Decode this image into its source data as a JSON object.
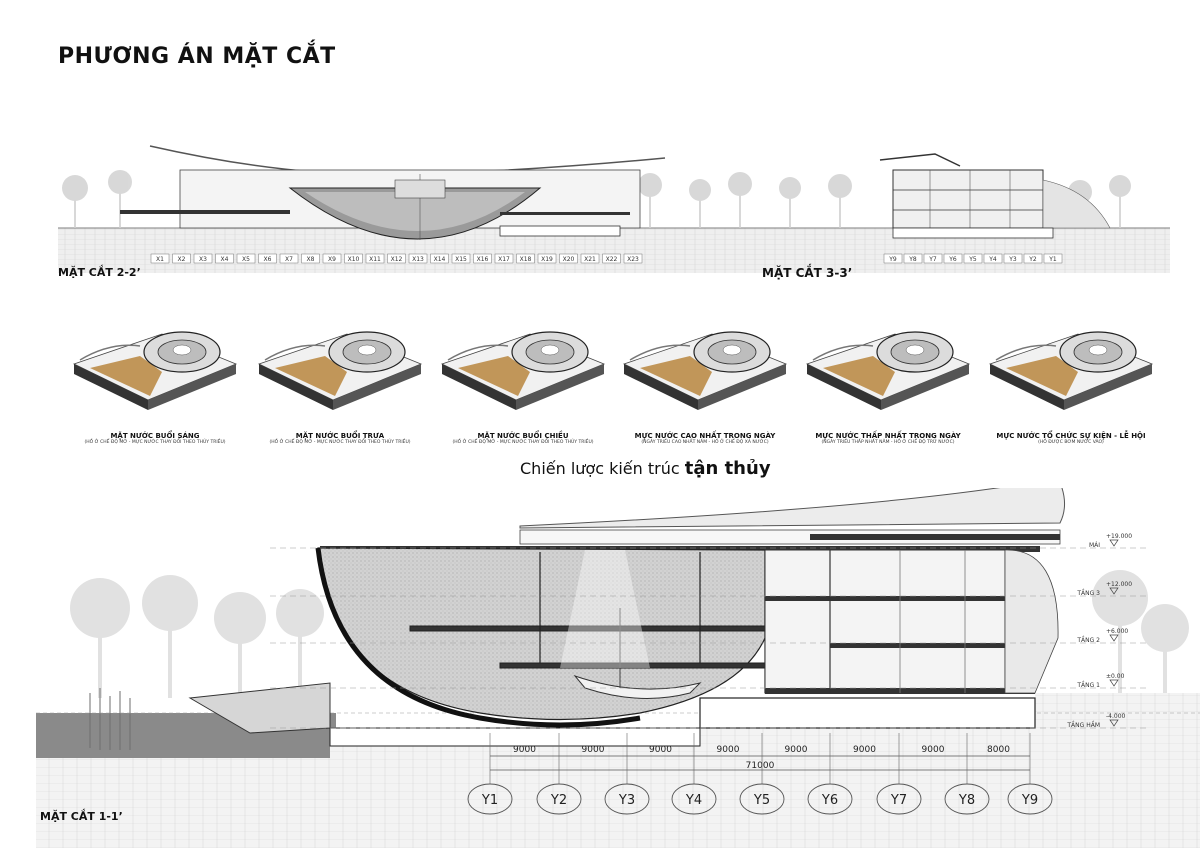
{
  "title": "PHƯƠNG ÁN MẶT CẮT",
  "section_2": {
    "label": "MẶT CẮT 2-2’",
    "grid": [
      "X1",
      "X2",
      "X3",
      "X4",
      "X5",
      "X6",
      "X7",
      "X8",
      "X9",
      "X10",
      "X11",
      "X12",
      "X13",
      "X14",
      "X15",
      "X16",
      "X17",
      "X18",
      "X19",
      "X20",
      "X21",
      "X22",
      "X23"
    ]
  },
  "section_3": {
    "label": "MẶT CẮT 3-3’",
    "grid": [
      "Y9",
      "Y8",
      "Y7",
      "Y6",
      "Y5",
      "Y4",
      "Y3",
      "Y2",
      "Y1"
    ]
  },
  "water_levels": [
    {
      "title": "MẶT NƯỚC BUỔI SÁNG",
      "note": "(HỒ Ở CHẾ ĐỘ MỞ - MỰC NƯỚC THAY ĐỔI THEO THỦY TRIỀU)"
    },
    {
      "title": "MẶT NƯỚC BUỔI TRƯA",
      "note": "(HỒ Ở CHẾ ĐỘ MỞ - MỰC NƯỚC THAY ĐỔI THEO THỦY TRIỀU)"
    },
    {
      "title": "MẶT NƯỚC BUỔI CHIỀU",
      "note": "(HỒ Ở CHẾ ĐỘ MỞ - MỰC NƯỚC THAY ĐỔI THEO THỦY TRIỀU)"
    },
    {
      "title": "MỰC NƯỚC CAO NHẤT TRONG NGÀY",
      "note": "(NGÀY TRIỀU CAO NHẤT NĂM - HỒ Ở CHẾ ĐỘ XẢ NƯỚC)"
    },
    {
      "title": "MỰC NƯỚC THẤP NHẤT TRONG NGÀY",
      "note": "(NGÀY TRIỀU THẤP NHẤT NĂM - HỒ Ở CHẾ ĐỘ TRỮ NƯỚC)"
    },
    {
      "title": "MỰC NƯỚC TỔ CHỨC SỰ KIỆN - LỄ HỘI",
      "note": "(HỒ ĐƯỢC BƠM NƯỚC VÀO)"
    }
  ],
  "strategy": {
    "prefix": "Chiến lược kiến trúc ",
    "emphasis": "tận thủy"
  },
  "section_1": {
    "label": "MẶT CẮT 1-1’",
    "spans": [
      "9000",
      "9000",
      "9000",
      "9000",
      "9000",
      "9000",
      "9000",
      "8000"
    ],
    "total": "71000",
    "axes": [
      "Y1",
      "Y2",
      "Y3",
      "Y4",
      "Y5",
      "Y6",
      "Y7",
      "Y8",
      "Y9"
    ],
    "levels": [
      {
        "name": "MÁI",
        "value": "+19.000"
      },
      {
        "name": "TẦNG 3",
        "value": "+12.000"
      },
      {
        "name": "TẦNG 2",
        "value": "+6.000"
      },
      {
        "name": "TẦNG 1",
        "value": "±0.00"
      },
      {
        "name": "TẦNG HẦM",
        "value": "-4.000"
      }
    ]
  },
  "colors": {
    "sand": "#b8863e",
    "ink": "#222222",
    "sky": "#ffffff",
    "ground": "#d9d9d9"
  }
}
